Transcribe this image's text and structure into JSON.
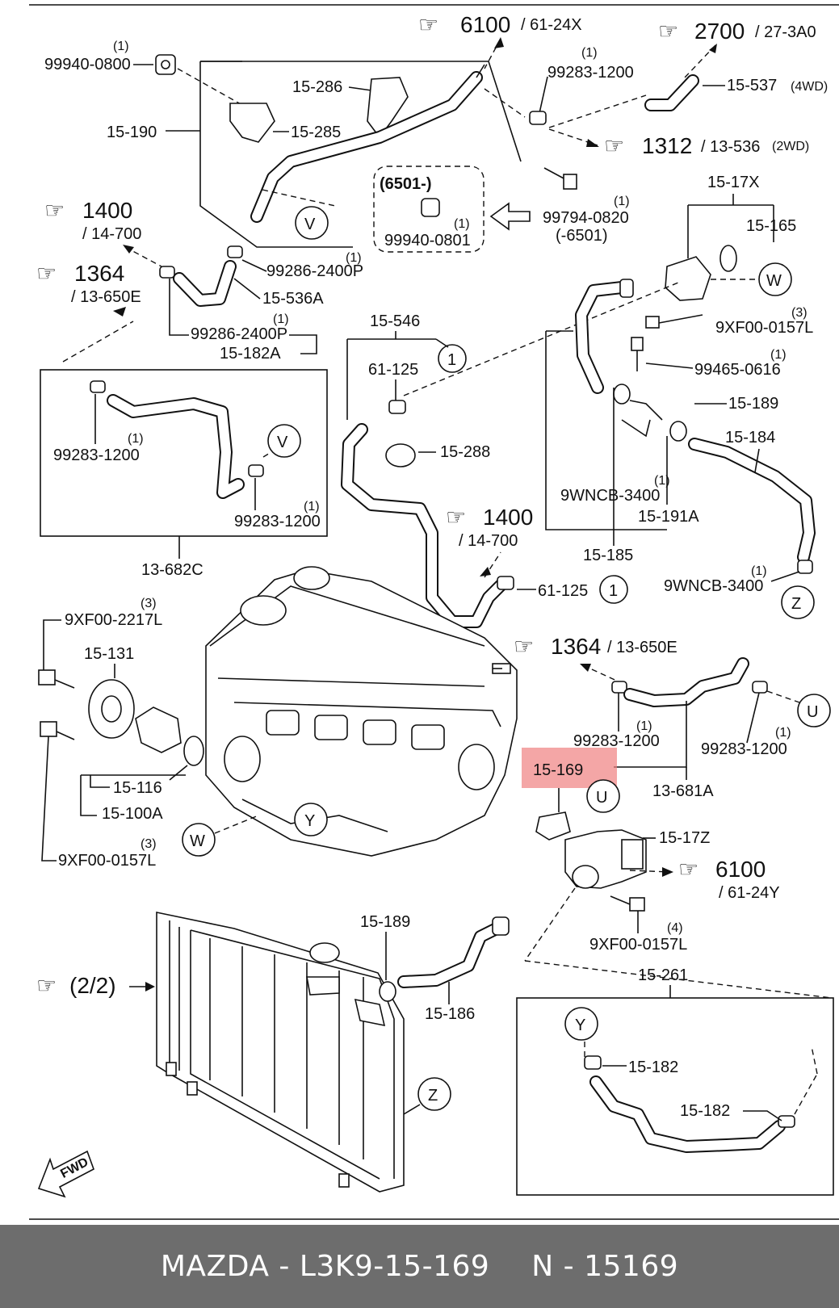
{
  "callouts": {
    "c6100_top": {
      "main": "6100",
      "sub": "/ 61-24X"
    },
    "c2700": {
      "main": "2700",
      "sub": "/ 27-3A0"
    },
    "c1312": {
      "main": "1312",
      "sub": "/ 13-536",
      "note": "(2WD)"
    },
    "c1400_left": {
      "main": "1400",
      "sub": "/ 14-700"
    },
    "c1364_left": {
      "main": "1364",
      "sub": "/ 13-650E"
    },
    "c1400_mid": {
      "main": "1400",
      "sub": "/ 14-700"
    },
    "c1364_right": {
      "main": "1364",
      "sub": "/ 13-650E"
    },
    "c6100_bottom": {
      "main": "6100",
      "sub": "/ 61-24Y"
    },
    "c22": {
      "main": "(2/2)"
    }
  },
  "labels": {
    "p99940_0800": {
      "code": "99940-0800",
      "qty": "(1)"
    },
    "p15_286": "15-286",
    "p15_285": "15-285",
    "p15_190": "15-190",
    "p99283_1200_top": {
      "code": "99283-1200",
      "qty": "(1)"
    },
    "p15_537": {
      "code": "15-537",
      "note": "(4WD)"
    },
    "p6501_box": {
      "title": "(6501-)",
      "code": "99940-0801",
      "qty": "(1)"
    },
    "p99794_0820": {
      "code": "99794-0820",
      "qty": "(1)",
      "note": "(-6501)"
    },
    "p15_17X": "15-17X",
    "p15_165": "15-165",
    "p99286_2400P_a": {
      "code": "99286-2400P",
      "qty": "(1)"
    },
    "p15_536A": "15-536A",
    "p99286_2400P_b": {
      "code": "99286-2400P",
      "qty": "(1)"
    },
    "p15_182A": "15-182A",
    "p9XF00_0157L_a": {
      "code": "9XF00-0157L",
      "qty": "(3)"
    },
    "p15_546": "15-546",
    "p61_125_a": "61-125",
    "p99465_0616": {
      "code": "99465-0616",
      "qty": "(1)"
    },
    "p15_189_a": "15-189",
    "p15_288": "15-288",
    "p15_184": "15-184",
    "p99283_1200_b": {
      "code": "99283-1200",
      "qty": "(1)"
    },
    "p99283_1200_c": {
      "code": "99283-1200",
      "qty": "(1)"
    },
    "p9WNCB_3400_a": {
      "code": "9WNCB-3400",
      "qty": "(1)"
    },
    "p15_191A": "15-191A",
    "p15_185": "15-185",
    "p9WNCB_3400_b": {
      "code": "9WNCB-3400",
      "qty": "(1)"
    },
    "p13_682C": "13-682C",
    "p61_125_b": "61-125",
    "p9XF00_2217L": {
      "code": "9XF00-2217L",
      "qty": "(3)"
    },
    "p15_131": "15-131",
    "p99283_1200_d": {
      "code": "99283-1200",
      "qty": "(1)"
    },
    "p99283_1200_e": {
      "code": "99283-1200",
      "qty": "(1)"
    },
    "p15_169": "15-169",
    "p13_681A": "13-681A",
    "p15_116": "15-116",
    "p15_100A": "15-100A",
    "p15_17Z": "15-17Z",
    "p9XF00_0157L_b": {
      "code": "9XF00-0157L",
      "qty": "(3)"
    },
    "p15_189_b": "15-189",
    "p9XF00_0157L_c": {
      "code": "9XF00-0157L",
      "qty": "(4)"
    },
    "p15_186": "15-186",
    "p15_261": "15-261",
    "p15_182_a": "15-182",
    "p15_182_b": "15-182"
  },
  "markers": {
    "V": "V",
    "W": "W",
    "Y": "Y",
    "U": "U",
    "Z": "Z",
    "one": "1"
  },
  "fwd": "FWD",
  "highlight_color": "#f08080",
  "footer": {
    "left": "MAZDA - L3K9-15-169",
    "right": "N - 15169"
  }
}
